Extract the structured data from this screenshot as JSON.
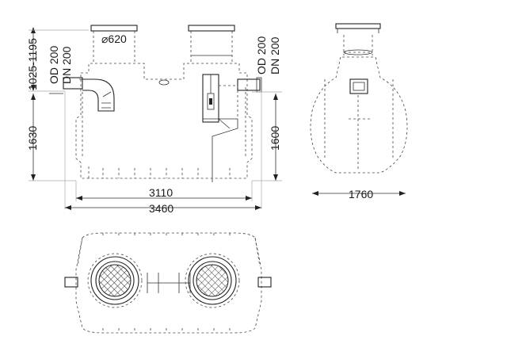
{
  "dimensions": {
    "manhole_diameter": "⌀620",
    "top_height": "1025-1195",
    "inlet_od": "OD 200",
    "inlet_dn": "DN 200",
    "outlet_od": "OD 200",
    "outlet_dn": "DN 200",
    "left_height": "1630",
    "right_height": "1600",
    "inner_length": "3110",
    "overall_length": "3460",
    "width": "1760"
  }
}
